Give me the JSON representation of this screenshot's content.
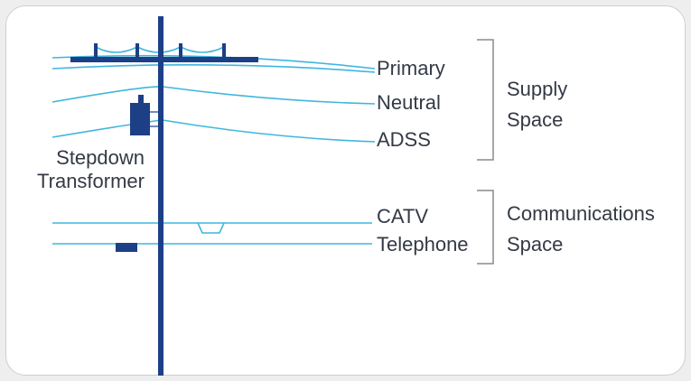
{
  "colors": {
    "pole": "#1c3f86",
    "wire": "#3fb6df",
    "bracket": "#8a8a8a",
    "text": "#333a45",
    "card_border": "#cfcfcf",
    "background": "#eeeeee"
  },
  "transformer": {
    "label_line1": "Stepdown",
    "label_line2": "Transformer"
  },
  "wires": {
    "primary": "Primary",
    "neutral": "Neutral",
    "adss": "ADSS",
    "catv": "CATV",
    "telephone": "Telephone"
  },
  "spaces": {
    "supply": {
      "line1": "Supply",
      "line2": "Space"
    },
    "communications": {
      "line1": "Communications",
      "line2": "Space"
    }
  }
}
